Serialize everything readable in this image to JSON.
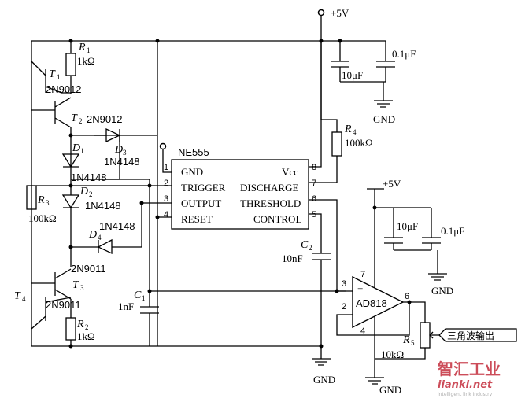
{
  "supply": {
    "vcc_top": "+5V",
    "vcc_right": "+5V",
    "gnd": "GND"
  },
  "ne555": {
    "name": "NE555",
    "pins_left": [
      {
        "num": "1",
        "name": "GND"
      },
      {
        "num": "2",
        "name": "TRIGGER"
      },
      {
        "num": "3",
        "name": "OUTPUT"
      },
      {
        "num": "4",
        "name": "RESET"
      }
    ],
    "pins_right": [
      {
        "num": "8",
        "name": "Vcc"
      },
      {
        "num": "7",
        "name": "DISCHARGE"
      },
      {
        "num": "6",
        "name": "THRESHOLD"
      },
      {
        "num": "5",
        "name": "CONTROL"
      }
    ]
  },
  "opamp": {
    "name": "AD818",
    "plus": "+",
    "minus": "−",
    "pin_plus": "3",
    "pin_minus": "2",
    "pin_out": "6",
    "pin_vp": "7",
    "pin_vn": "4"
  },
  "components": {
    "R1": {
      "letter": "R",
      "sub": "1",
      "value": "1kΩ"
    },
    "R2": {
      "letter": "R",
      "sub": "2",
      "value": "1kΩ"
    },
    "R3": {
      "letter": "R",
      "sub": "3",
      "value": "100kΩ"
    },
    "R4": {
      "letter": "R",
      "sub": "4",
      "value": "100kΩ"
    },
    "R5": {
      "letter": "R",
      "sub": "5",
      "value": "10kΩ"
    },
    "C1": {
      "letter": "C",
      "sub": "1",
      "value": "1nF"
    },
    "C2": {
      "letter": "C",
      "sub": "2",
      "value": "10nF"
    },
    "T1": {
      "letter": "T",
      "sub": "1",
      "part": "2N9012"
    },
    "T2": {
      "letter": "T",
      "sub": "2",
      "part": "2N9012"
    },
    "T3": {
      "letter": "T",
      "sub": "3",
      "part": "2N9011"
    },
    "T4": {
      "letter": "T",
      "sub": "4",
      "part": "2N9011"
    },
    "D1": {
      "letter": "D",
      "sub": "1",
      "part": "1N4148"
    },
    "D2": {
      "letter": "D",
      "sub": "2",
      "part": "1N4148"
    },
    "D3": {
      "letter": "D",
      "sub": "3",
      "part": "1N4148"
    },
    "D4": {
      "letter": "D",
      "sub": "4",
      "part": "1N4148"
    },
    "decoup_top": {
      "small": "0.1μF",
      "big": "10μF"
    },
    "decoup_right": {
      "small": "0.1μF",
      "big": "10μF"
    }
  },
  "output_label": "三角波输出",
  "watermark": {
    "cn": "智汇工业",
    "url": "iianki.net",
    "tag": "intelligent link industry"
  }
}
